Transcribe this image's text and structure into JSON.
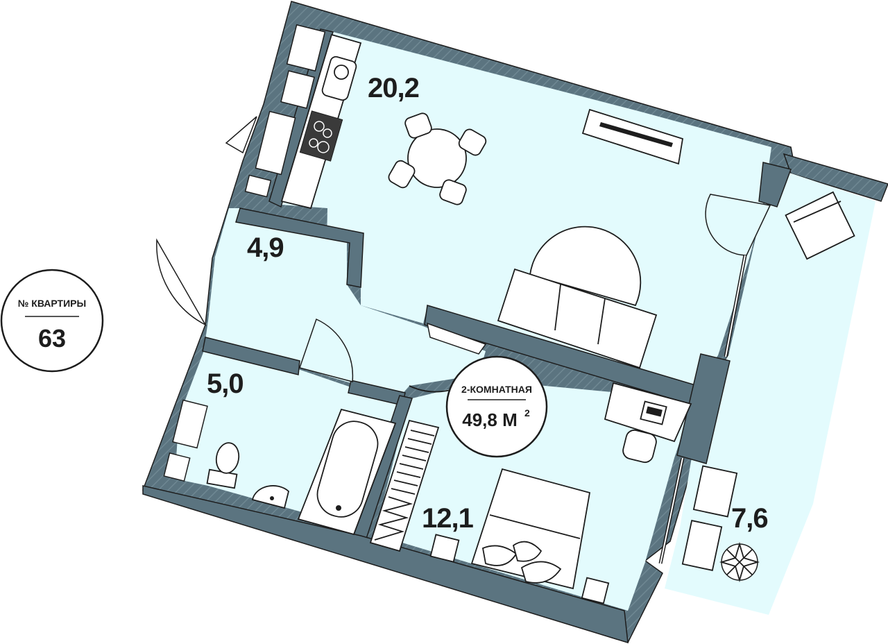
{
  "apartment_badge": {
    "caption": "№ КВАРТИРЫ",
    "number": "63"
  },
  "total_badge": {
    "type": "2-КОМНАТНАЯ",
    "area": "49,8 М",
    "area_sup": "2"
  },
  "rooms": [
    {
      "id": "kitchen-living",
      "area": "20,2"
    },
    {
      "id": "hallway",
      "area": "4,9"
    },
    {
      "id": "bathroom",
      "area": "5,0"
    },
    {
      "id": "bedroom",
      "area": "12,1"
    },
    {
      "id": "balcony",
      "area": "7,6"
    }
  ],
  "colors": {
    "wall": "#5b7480",
    "floor": "#e3fbfd",
    "ink": "#1d1d1d",
    "background": "#ffffff"
  }
}
